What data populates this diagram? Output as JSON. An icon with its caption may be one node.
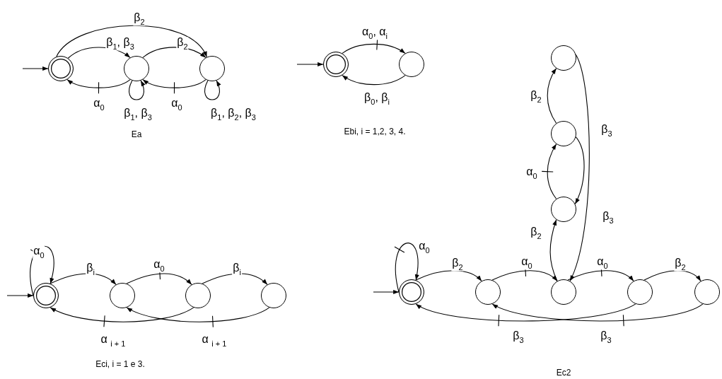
{
  "diagram": {
    "nodes": [
      {
        "text": [],
        "shape": "double-circle"
      },
      {
        "text": [],
        "shape": "circle"
      },
      {
        "text": [],
        "shape": "circle"
      },
      {
        "text": [],
        "shape": "double-circle"
      },
      {
        "text": [],
        "shape": "circle"
      },
      {
        "text": [],
        "shape": "double-circle"
      },
      {
        "text": [],
        "shape": "circle"
      },
      {
        "text": [],
        "shape": "circle"
      },
      {
        "text": [],
        "shape": "circle"
      },
      {
        "text": [],
        "shape": "double-circle"
      },
      {
        "text": [],
        "shape": "circle"
      },
      {
        "text": [],
        "shape": "circle"
      },
      {
        "text": [],
        "shape": "circle"
      },
      {
        "text": [],
        "shape": "circle"
      },
      {
        "text": [],
        "shape": "circle"
      },
      {
        "text": [],
        "shape": "circle"
      },
      {
        "text": [],
        "shape": "circle"
      }
    ],
    "edges": [
      {
        "from": null,
        "to": 0,
        "arrow": "to"
      },
      {
        "from": 0,
        "to": 1,
        "arrow": "to",
        "label": "β$_{1}$, β$_{3}$"
      },
      {
        "from": 0,
        "to": 2,
        "arrow": "to",
        "label": "β$_{2}$"
      },
      {
        "from": 1,
        "to": 2,
        "arrow": "to",
        "label": "β$_{2}$"
      },
      {
        "from": 1,
        "to": 0,
        "arrow": "to",
        "label": "α$_{0}$"
      },
      {
        "from": 2,
        "to": 1,
        "arrow": "to",
        "label": "α$_{0}$"
      },
      {
        "from": 1,
        "to": 1,
        "arrow": "to",
        "label": "β$_{1}$, β$_{3}$"
      },
      {
        "from": 2,
        "to": 2,
        "arrow": "to",
        "label": "β$_{1}$, β$_{2}$, β$_{3}$"
      },
      {
        "from": null,
        "to": 3,
        "arrow": "to"
      },
      {
        "from": 3,
        "to": 4,
        "arrow": "to",
        "label": "α$_{0}$, α$_{i}$"
      },
      {
        "from": 4,
        "to": 3,
        "arrow": "to",
        "label": "β$_{0}$, β$_{i}$"
      },
      {
        "from": null,
        "to": 5,
        "arrow": "to"
      },
      {
        "from": 5,
        "to": 5,
        "arrow": "to",
        "label": "α$_{0}$"
      },
      {
        "from": 5,
        "to": 6,
        "arrow": "to",
        "label": "β$_{i}$"
      },
      {
        "from": 6,
        "to": 7,
        "arrow": "to",
        "label": "α$_{0}$"
      },
      {
        "from": 7,
        "to": 8,
        "arrow": "to",
        "label": "β$_{i}$"
      },
      {
        "from": 7,
        "to": 5,
        "arrow": "to",
        "label": "α $_{i + 1}$"
      },
      {
        "from": 8,
        "to": 6,
        "arrow": "to",
        "label": "α $_{i + 1}$"
      },
      {
        "from": null,
        "to": 9,
        "arrow": "to"
      },
      {
        "from": 9,
        "to": 9,
        "arrow": "to",
        "label": "α$_{0}$"
      },
      {
        "from": 9,
        "to": 10,
        "arrow": "to",
        "label": "β$_{2}$"
      },
      {
        "from": 10,
        "to": 11,
        "arrow": "to",
        "label": "α$_{0}$"
      },
      {
        "from": 11,
        "to": 12,
        "arrow": "to",
        "label": "α$_{0}$"
      },
      {
        "from": 12,
        "to": 13,
        "arrow": "to",
        "label": "β$_{2}$"
      },
      {
        "from": 12,
        "to": 9,
        "arrow": "to",
        "label": "β$_{3}$"
      },
      {
        "from": 13,
        "to": 10,
        "arrow": "to",
        "label": "β$_{3}$"
      },
      {
        "from": 11,
        "to": 14,
        "arrow": "to",
        "label": "β$_{2}$"
      },
      {
        "from": 14,
        "to": 15,
        "arrow": "to",
        "label": "α$_{0}$"
      },
      {
        "from": 15,
        "to": 16,
        "arrow": "to",
        "label": "β$_{2}$"
      },
      {
        "from": 16,
        "to": 11,
        "arrow": "to",
        "label": "β$_{3}$"
      },
      {
        "from": 15,
        "to": 14,
        "arrow": "to",
        "label": "β$_{3}$"
      }
    ],
    "labels": [
      "Ea",
      "Ebi, i = 1,2, 3, 4.",
      "Eci, i = 1 e 3.",
      "Ec2"
    ]
  }
}
